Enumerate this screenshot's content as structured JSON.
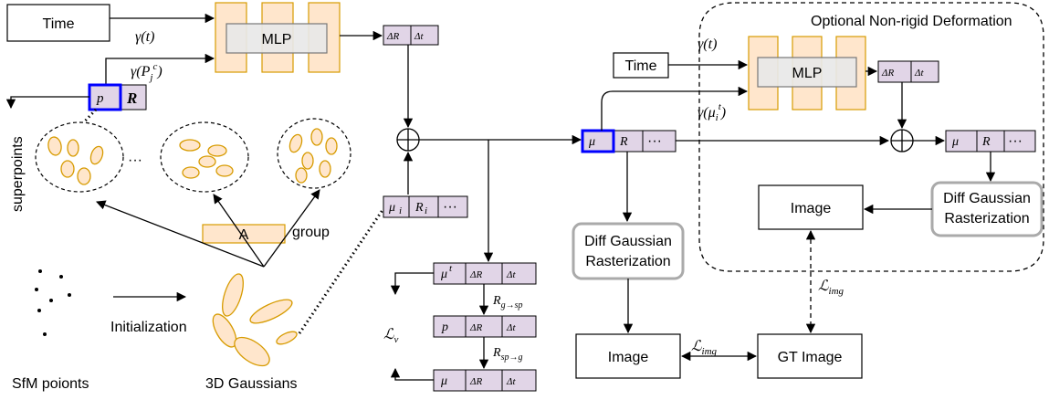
{
  "blocks": {
    "time_left": "Time",
    "time_right": "Time",
    "mlp_left": "MLP",
    "mlp_right": "MLP",
    "diff_raster_1_line1": "Diff Gaussian",
    "diff_raster_1_line2": "Rasterization",
    "diff_raster_2_line1": "Diff Gaussian",
    "diff_raster_2_line2": "Rasterization",
    "image_bottom": "Image",
    "image_right": "Image",
    "gt_image": "GT Image",
    "group_a": "A"
  },
  "labels": {
    "optional_title": "Optional Non-rigid Deformation",
    "superpoints": "superpoints",
    "group": "group",
    "initialization": "Initialization",
    "sfm_points": "SfM poionts",
    "gaussians_3d": "3D Gaussians",
    "ellipsis": "···"
  },
  "math": {
    "gamma_t": "γ(t)",
    "gamma_pc": "γ(P",
    "gamma_t_right": "γ(t)",
    "gamma_mu": "γ(μ",
    "loss_img": "ℒ",
    "loss_img_sub": "img",
    "loss_v": "ℒ",
    "loss_v_sub": "v",
    "r_g_sp": "R",
    "r_g_sp_sub": "g→sp",
    "r_sp_g": "R",
    "r_sp_g_sub": "sp→g"
  },
  "cells": {
    "pj": "p",
    "R": "R",
    "dR": "ΔR",
    "dt": "Δt",
    "mu": "μ",
    "Ri": "R",
    "mu_i": "μ",
    "R_i": "R",
    "dots": "···",
    "dR2": "ΔR",
    "dt2": "Δt",
    "pj2": "p",
    "dR3": "ΔR",
    "dt3": "Δt",
    "mu3": "μ",
    "dR4": "ΔR",
    "dt4": "Δt",
    "dR_hat": "ΔR",
    "dt_hat": "Δt"
  },
  "colors": {
    "orange_fill": "#ffe6cc",
    "orange_stroke": "#d79b00",
    "purple_fill": "#e1d5e7",
    "highlight": "#0000ff"
  }
}
